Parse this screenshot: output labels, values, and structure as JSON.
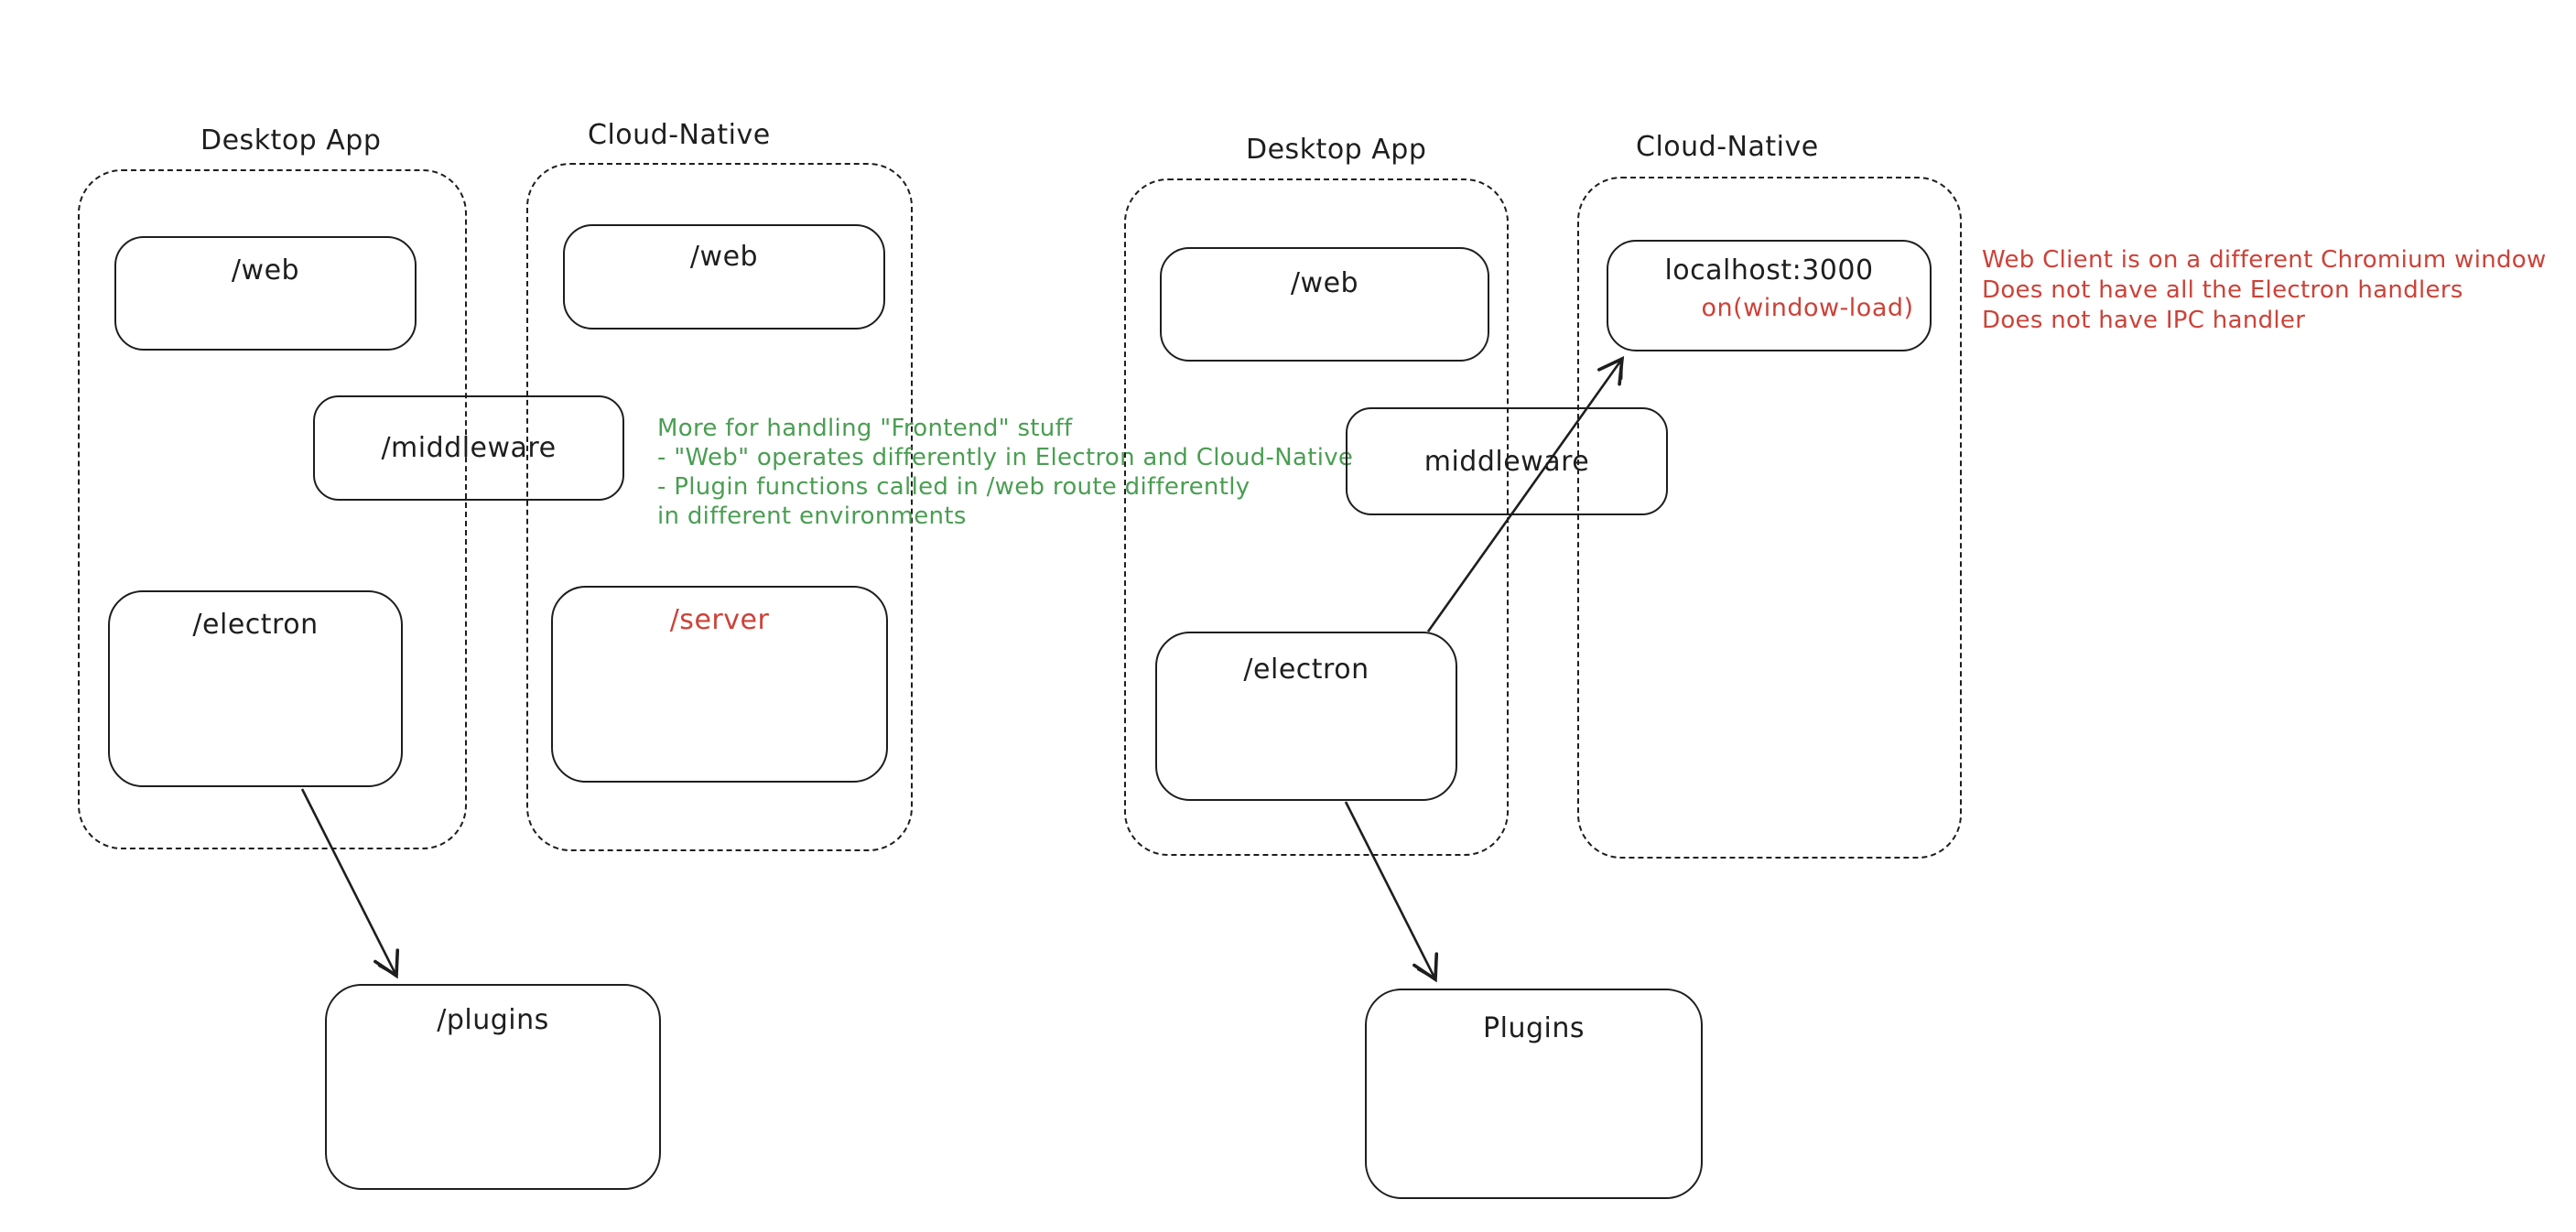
{
  "diagram_left": {
    "desktop_app": {
      "label": "Desktop App",
      "web_label": "/web",
      "electron_label": "/electron"
    },
    "cloud_native": {
      "label": "Cloud-Native",
      "web_label": "/web",
      "server_label": "/server"
    },
    "middleware_label": "/middleware",
    "plugins_label": "/plugins",
    "green_note": {
      "line1": "More for handling \"Frontend\" stuff",
      "line2": "- \"Web\" operates differently in Electron and Cloud-Native",
      "line3": "- Plugin functions called in /web route differently",
      "line4": "in different environments"
    }
  },
  "diagram_right": {
    "desktop_app": {
      "label": "Desktop App",
      "web_label": "/web",
      "electron_label": "/electron"
    },
    "cloud_native": {
      "label": "Cloud-Native",
      "localhost_label": "localhost:3000",
      "window_load_label": "on(window-load)"
    },
    "middleware_label": "middleware",
    "plugins_label": "Plugins",
    "red_note": {
      "line1": "Web Client is on a different Chromium window",
      "line2": "Does not have all the Electron handlers",
      "line3": "Does not have IPC handler"
    }
  },
  "colors": {
    "ink": "#1e1e1e",
    "green_annotation": "#4a9e52",
    "red_annotation": "#cc4238",
    "background": "#ffffff"
  }
}
